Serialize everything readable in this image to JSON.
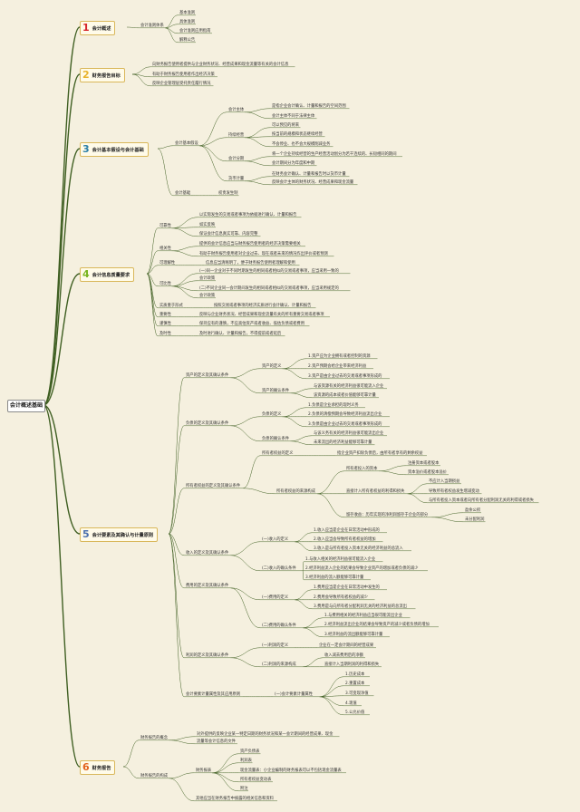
{
  "root": "会计概述基础",
  "sections": [
    {
      "num": "1",
      "label": "会计概述"
    },
    {
      "num": "2",
      "label": "财务报告目标"
    },
    {
      "num": "3",
      "label": "会计基本假设与会计基础"
    },
    {
      "num": "4",
      "label": "会计信息质量要求"
    },
    {
      "num": "5",
      "label": "会计要素及其确认与计量原则"
    },
    {
      "num": "6",
      "label": "财务报告"
    }
  ],
  "s1": {
    "a": "会计准则体系",
    "items": [
      "基本准则",
      "具体准则",
      "会计准则应用指南",
      "解释公告"
    ]
  },
  "s2": {
    "items": [
      "向财务报告使用者提供与企业财务状况、经营成果和现金流量等有关的会计信息",
      "有助于财务报告使用者作出经济决策",
      "反映企业管理层受托责任履行情况"
    ]
  },
  "s3": {
    "a": "会计基本假设",
    "b": "会计基础",
    "b1": "权责发生制",
    "subj": "会计主体",
    "subj_i": [
      "是指企业会计确认、计量和报告的空间范围",
      "会计主体不同于法律主体"
    ],
    "cont": "持续经营",
    "cont_i": [
      "可以预见的将来",
      "按当前的规模和状态继续经营",
      "不会停业、也不会大规模削减业务"
    ],
    "per": "会计分期",
    "per_i": [
      "将一个企业持续经营的生产经营活动划分为若干连续的、长短相同的期间",
      "会计期间分为年度和中期"
    ],
    "cur": "货币计量",
    "cur_i": [
      "在财务会计确认、计量和报告时以货币计量",
      "反映会计主体的财务状况、经营成果和现金流量"
    ]
  },
  "s4": {
    "rel": "可靠性",
    "rel_i": [
      "以实际发生的交易或者事项为依据进行确认、计量和报告",
      "如实反映",
      "保证会计信息真实可靠、内容完整"
    ],
    "relv": "相关性",
    "relv_i": [
      "提供的会计信息应当与财务报告使用者的经济决策需要相关",
      "有助于财务报告使用者对企业过去、现在或者未来的情况作出评价或者预测"
    ],
    "und": "可理解性",
    "und_1": "信息应当清晰明了，便于财务报告使用者理解和使用",
    "comp": "可比性",
    "comp_i": [
      "(一)同一企业对于不同时期发生的相同或者相似的交易或者事项，应当采用一致的",
      "会计政策",
      "(二)不同企业同一会计期间发生的相同或者相似的交易或者事项，应当采用规定的",
      "会计政策"
    ],
    "sub": "实质重于形式",
    "sub_1": "按照交易或者事项的经济实质进行会计确认、计量和报告",
    "mat": "重要性",
    "mat_1": "反映与企业财务状况、经营成果和现金流量有关的所有重要交易或者事项",
    "pru": "谨慎性",
    "pru_1": "保持应有的谨慎，不应高估资产或者收益、低估负债或者费用",
    "tim": "及时性",
    "tim_1": "及时进行确认、计量和报告，不得提前或者延后"
  },
  "s5": {
    "asset": "资产的定义及其确认条件",
    "asset_def": "资产的定义",
    "asset_def_i": [
      "1.资产应为企业拥有或者控制的资源",
      "2.资产预期会给企业带来经济利益",
      "3.资产是由企业过去的交易或者事项形成的"
    ],
    "asset_con": "资产的确认条件",
    "asset_con_i": [
      "与该资源有关的经济利益很可能流入企业",
      "该资源的成本或者价值能够可靠计量"
    ],
    "liab": "负债的定义及其确认条件",
    "liab_def": "负债的定义",
    "liab_def_i": [
      "1.负债是企业承担的现时义务",
      "2.负债的清偿预期会导致经济利益流出企业",
      "3.负债是由企业过去的交易或者事项形成的"
    ],
    "liab_con": "负债的确认条件",
    "liab_con_i": [
      "与该义务有关的经济利益很可能流出企业",
      "未来流出的经济利益能够可靠计量"
    ],
    "eq": "所有者权益的定义及其确认条件",
    "eq_def": "所有者权益的定义",
    "eq_def_1": "指企业资产扣除负债后，由所有者享有的剩余权益",
    "eq_src": "所有者权益的来源构成",
    "eq_in": "所有者投入的资本",
    "eq_in_i": [
      "注册资本或者股本",
      "资本溢价或者股本溢价"
    ],
    "eq_gl": "直接计入所有者权益的利得和损失",
    "eq_gl_i": [
      "不应计入当期损益",
      "导致所有者权益发生增减变动",
      "与所有者投入资本或者向所有者分配利润无关的利得或者损失"
    ],
    "eq_re": "留存收益：历年实现的净利润留存于企业的部分",
    "eq_re_i": [
      "盈余公积",
      "未分配利润"
    ],
    "inc": "收入的定义及其确认条件",
    "inc_def": "(一)收入的定义",
    "inc_def_i": [
      "1.收入应当是企业在日常活动中形成的",
      "2.收入应当会导致所有者权益的增加",
      "3.收入是与所有者投入资本无关的经济利益的总流入"
    ],
    "inc_con": "(二)收入的确认条件",
    "inc_con_i": [
      "1.与收入相关的经济利益很可能流入企业",
      "2.经济利益流入企业的结果会导致企业资产的增加或者负债的减少",
      "3.经济利益的流入额能够可靠计量"
    ],
    "exp": "费用的定义及其确认条件",
    "exp_def": "(一)费用的定义",
    "exp_def_i": [
      "1.费用应当是企业在日常活动中发生的",
      "2.费用会导致所有者权益的减少",
      "3.费用是与向所有者分配利润无关的经济利益的总流出"
    ],
    "exp_con": "(二)费用的确认条件",
    "exp_con_i": [
      "1.与费用相关的经济利益应当很可能流出企业",
      "2.经济利益流出企业的结果会导致资产的减少或者负债的增加",
      "3.经济利益的流出额能够可靠计量"
    ],
    "pro": "利润的定义及其确认条件",
    "pro_def": "(一)利润的定义",
    "pro_def_1": "企业在一定会计期间的经营成果",
    "pro_src": "(二)利润的来源构成",
    "pro_src_i": [
      "收入减去费用后的净额",
      "直接计入当期利润的利得和损失"
    ],
    "meas": "会计要素计量属性及其应用原则",
    "meas_a": "(一)会计要素计量属性",
    "meas_i": [
      "1.历史成本",
      "2.重置成本",
      "3.可变现净值",
      "4.现值",
      "5.公允价值"
    ]
  },
  "s6": {
    "def": "财务报告的概念",
    "def_i": [
      "对外提供的反映企业某一特定日期的财务状况和某一会计期间的经营成果、现金",
      "流量等会计信息的文件"
    ],
    "comp": "财务报告的构成",
    "fs": "财务报表",
    "fs_i": [
      "资产负债表",
      "利润表",
      "现金流量表：小企业编制的财务报表可以不包括现金流量表",
      "所有者权益变动表",
      "附注"
    ],
    "other": "其他应当在财务报告中披露的相关信息和资料"
  }
}
